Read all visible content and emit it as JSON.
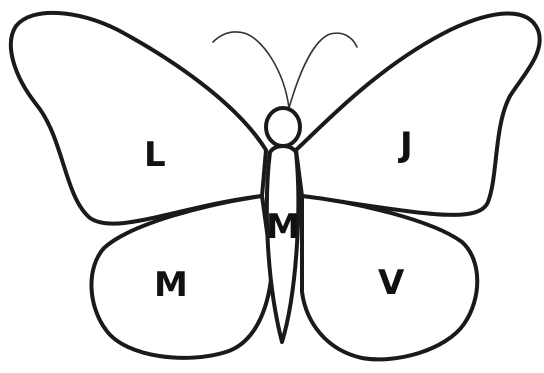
{
  "illustration": {
    "subject": "butterfly-outline",
    "stroke_color": "#1a1a1a",
    "background": "#ffffff"
  },
  "labels": {
    "upper_left_wing": "L",
    "upper_right_wing": "J",
    "body": "M",
    "lower_left_wing": "M",
    "lower_right_wing": "V"
  }
}
